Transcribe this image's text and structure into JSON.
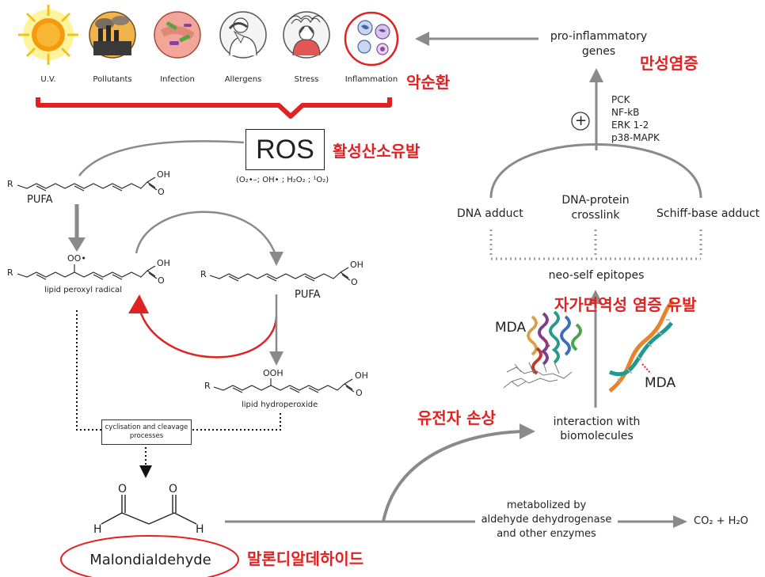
{
  "sources": [
    {
      "label": "U.V.",
      "icon": "sun-icon"
    },
    {
      "label": "Pollutants",
      "icon": "factory-icon"
    },
    {
      "label": "Infection",
      "icon": "bacteria-icon"
    },
    {
      "label": "Allergens",
      "icon": "sneeze-icon"
    },
    {
      "label": "Stress",
      "icon": "stress-icon"
    },
    {
      "label": "Inflammation",
      "icon": "cells-icon"
    }
  ],
  "korean": {
    "aggravation": "악순환",
    "ros_induction": "활성산소유발",
    "chronic_inflammation": "만성염증",
    "autoimmune": "자가면역성 염증 유발",
    "gene_damage": "유전자 손상",
    "mda": "말론디알데하이드"
  },
  "ros": {
    "title": "ROS",
    "species": "(O₂•–; OH• ; H₂O₂ ; ¹O₂)"
  },
  "molecules": {
    "pufa1": "PUFA",
    "peroxyl_radical": "lipid peroxyl radical",
    "pufa2": "PUFA",
    "hydroperoxide": "lipid hydroperoxide",
    "oh": "OH",
    "oo_radical": "OO•",
    "ooh": "OOH",
    "r": "R",
    "o": "O",
    "h": "H"
  },
  "process_box": "cyclisation and cleavage processes",
  "malondialdehyde": "Malondialdehyde",
  "metabolism": {
    "line1": "metabolized by",
    "line2": "aldehyde dehydrogenase",
    "line3": "and other enzymes",
    "product": "CO₂ + H₂O"
  },
  "biomolecules": {
    "line1": "interaction with",
    "line2": "biomolecules"
  },
  "mda_label": "MDA",
  "adducts": {
    "dna": "DNA adduct",
    "dna_protein_1": "DNA-protein",
    "dna_protein_2": "crosslink",
    "schiff": "Schiff-base adduct"
  },
  "neo_self": "neo-self epitopes",
  "pathways": [
    "PCK",
    "NF-kB",
    "ERK 1-2",
    "p38-MAPK"
  ],
  "plus": "+",
  "genes": {
    "line1": "pro-inflammatory",
    "line2": "genes"
  },
  "colors": {
    "accent": "#e02222",
    "arrow": "#8a8a8a",
    "dna_orange": "#e8832a",
    "dna_teal": "#1f9a8f"
  }
}
